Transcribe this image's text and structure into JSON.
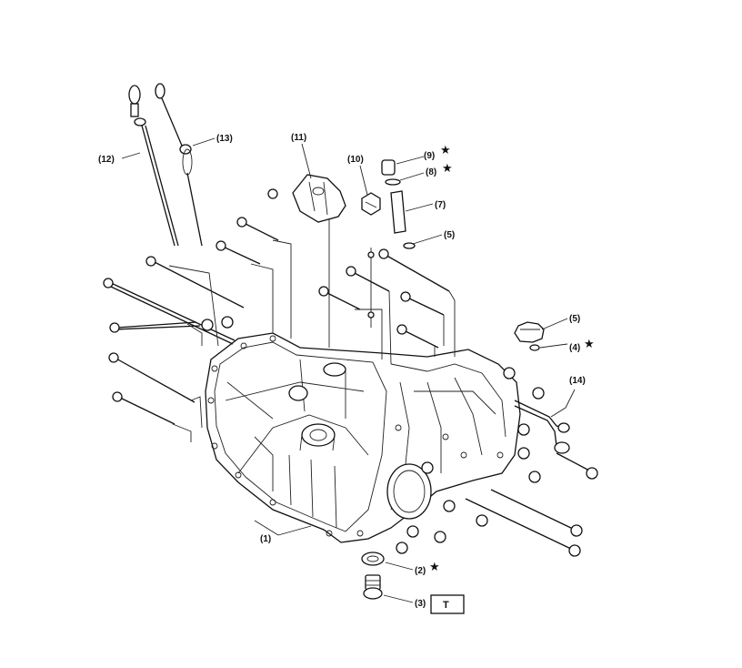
{
  "diagram": {
    "callouts": [
      {
        "id": "1",
        "text": "(1)"
      },
      {
        "id": "2",
        "text": "(2)",
        "star": "★"
      },
      {
        "id": "3",
        "text": "(3)"
      },
      {
        "id": "4",
        "text": "(4)",
        "star": "★"
      },
      {
        "id": "5a",
        "text": "(5)"
      },
      {
        "id": "5b",
        "text": "(5)"
      },
      {
        "id": "7",
        "text": "(7)"
      },
      {
        "id": "8",
        "text": "(8)",
        "star": "★"
      },
      {
        "id": "9",
        "text": "(9)",
        "star": "★"
      },
      {
        "id": "10",
        "text": "(10)"
      },
      {
        "id": "11",
        "text": "(11)"
      },
      {
        "id": "12",
        "text": "(12)"
      },
      {
        "id": "13",
        "text": "(13)"
      },
      {
        "id": "14",
        "text": "(14)"
      }
    ],
    "torque_box": "T"
  }
}
